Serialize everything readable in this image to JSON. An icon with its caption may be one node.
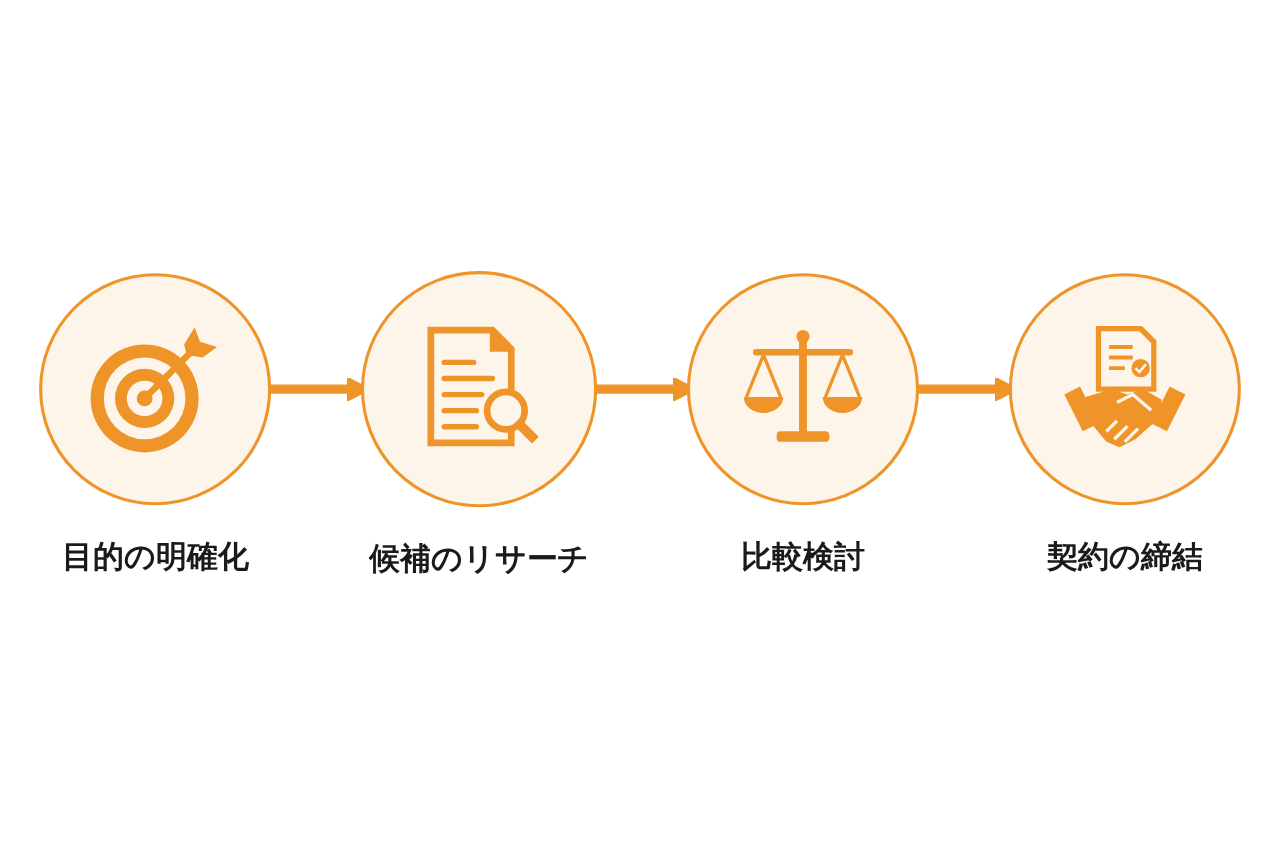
{
  "diagram": {
    "nodes": [
      {
        "text": [
          "目的の明確化"
        ]
      },
      {
        "text": [
          "候補のリサーチ"
        ]
      },
      {
        "text": [
          "比較検討"
        ]
      },
      {
        "text": [
          "契約の締結"
        ]
      }
    ],
    "edges": [
      {
        "from": 0,
        "to": 1,
        "arrow": "to"
      },
      {
        "from": 1,
        "to": 2,
        "arrow": "to"
      },
      {
        "from": 2,
        "to": 3,
        "arrow": "to"
      }
    ]
  }
}
